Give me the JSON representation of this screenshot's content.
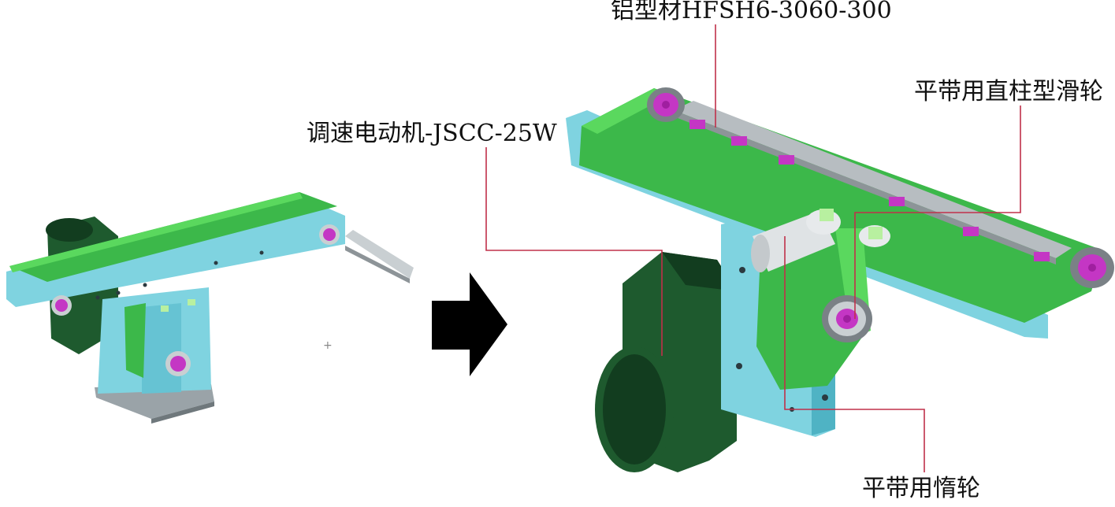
{
  "labels": {
    "profile": "铝型材HFSH6-3060-300",
    "pulley": "平带用直柱型滑轮",
    "motor": "调速电动机-JSCC-25W",
    "idler": "平带用惰轮"
  },
  "colors": {
    "frame": "#7fd3e0",
    "frame_dark": "#4fb3c4",
    "belt": "#3cb84a",
    "belt_light": "#5ad85e",
    "motor": "#1e5a2e",
    "motor_dark": "#123d1f",
    "hub": "#c436c4",
    "leader": "#c0304a",
    "arrow": "#000000"
  }
}
